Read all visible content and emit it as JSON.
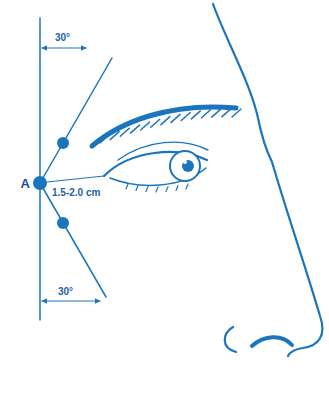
{
  "diagram": {
    "labels": [
      "30°",
      "A",
      "1.5-2.0 cm",
      "30°"
    ]
  }
}
